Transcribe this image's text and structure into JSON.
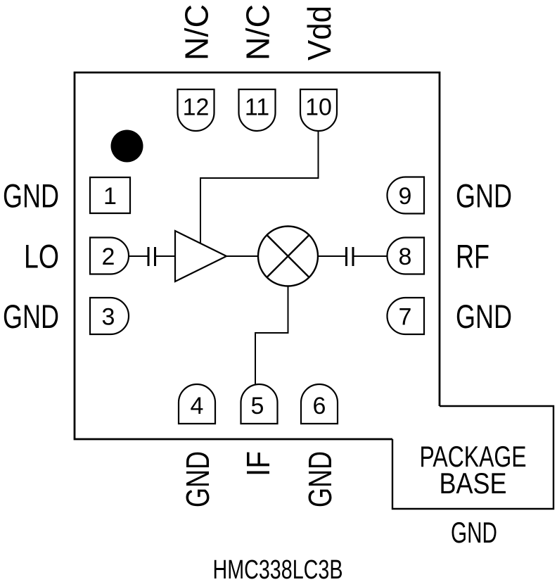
{
  "title": "HMC338LC3B",
  "colors": {
    "line": "#000000",
    "background": "#ffffff",
    "pin1_marker": "#000000"
  },
  "icons": {
    "amplifier": "triangle-right-amplifier",
    "mixer": "circle-with-x-mixer",
    "capacitor": "parallel-plate-capacitor",
    "pin1_marker": "filled-black-dot"
  },
  "chip": {
    "pins": [
      {
        "number": "1",
        "label": "GND"
      },
      {
        "number": "2",
        "label": "LO"
      },
      {
        "number": "3",
        "label": "GND"
      },
      {
        "number": "4",
        "label": "GND"
      },
      {
        "number": "5",
        "label": "IF"
      },
      {
        "number": "6",
        "label": "GND"
      },
      {
        "number": "7",
        "label": "GND"
      },
      {
        "number": "8",
        "label": "RF"
      },
      {
        "number": "9",
        "label": "GND"
      },
      {
        "number": "10",
        "label": "Vdd"
      },
      {
        "number": "11",
        "label": "N/C"
      },
      {
        "number": "12",
        "label": "N/C"
      }
    ],
    "package_base": {
      "line1": "PACKAGE",
      "line2": "BASE",
      "ground_label": "GND"
    }
  }
}
